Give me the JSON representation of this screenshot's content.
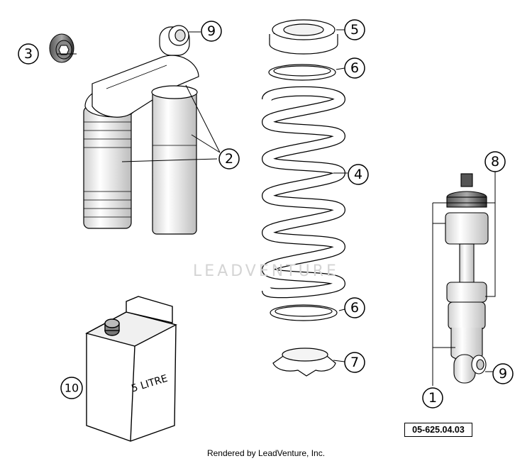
{
  "callouts": [
    {
      "id": "c1",
      "label": "1"
    },
    {
      "id": "c2",
      "label": "2"
    },
    {
      "id": "c3",
      "label": "3"
    },
    {
      "id": "c4",
      "label": "4"
    },
    {
      "id": "c5",
      "label": "5"
    },
    {
      "id": "c6a",
      "label": "6"
    },
    {
      "id": "c6b",
      "label": "6"
    },
    {
      "id": "c7",
      "label": "7"
    },
    {
      "id": "c8",
      "label": "8"
    },
    {
      "id": "c9a",
      "label": "9"
    },
    {
      "id": "c9b",
      "label": "9"
    },
    {
      "id": "c10",
      "label": "10"
    }
  ],
  "canister_text": "5 LITRE",
  "reference_code": "05-625.04.03",
  "footer_text": "Rendered by LeadVenture, Inc.",
  "watermark_text": "LEADVENTURE"
}
